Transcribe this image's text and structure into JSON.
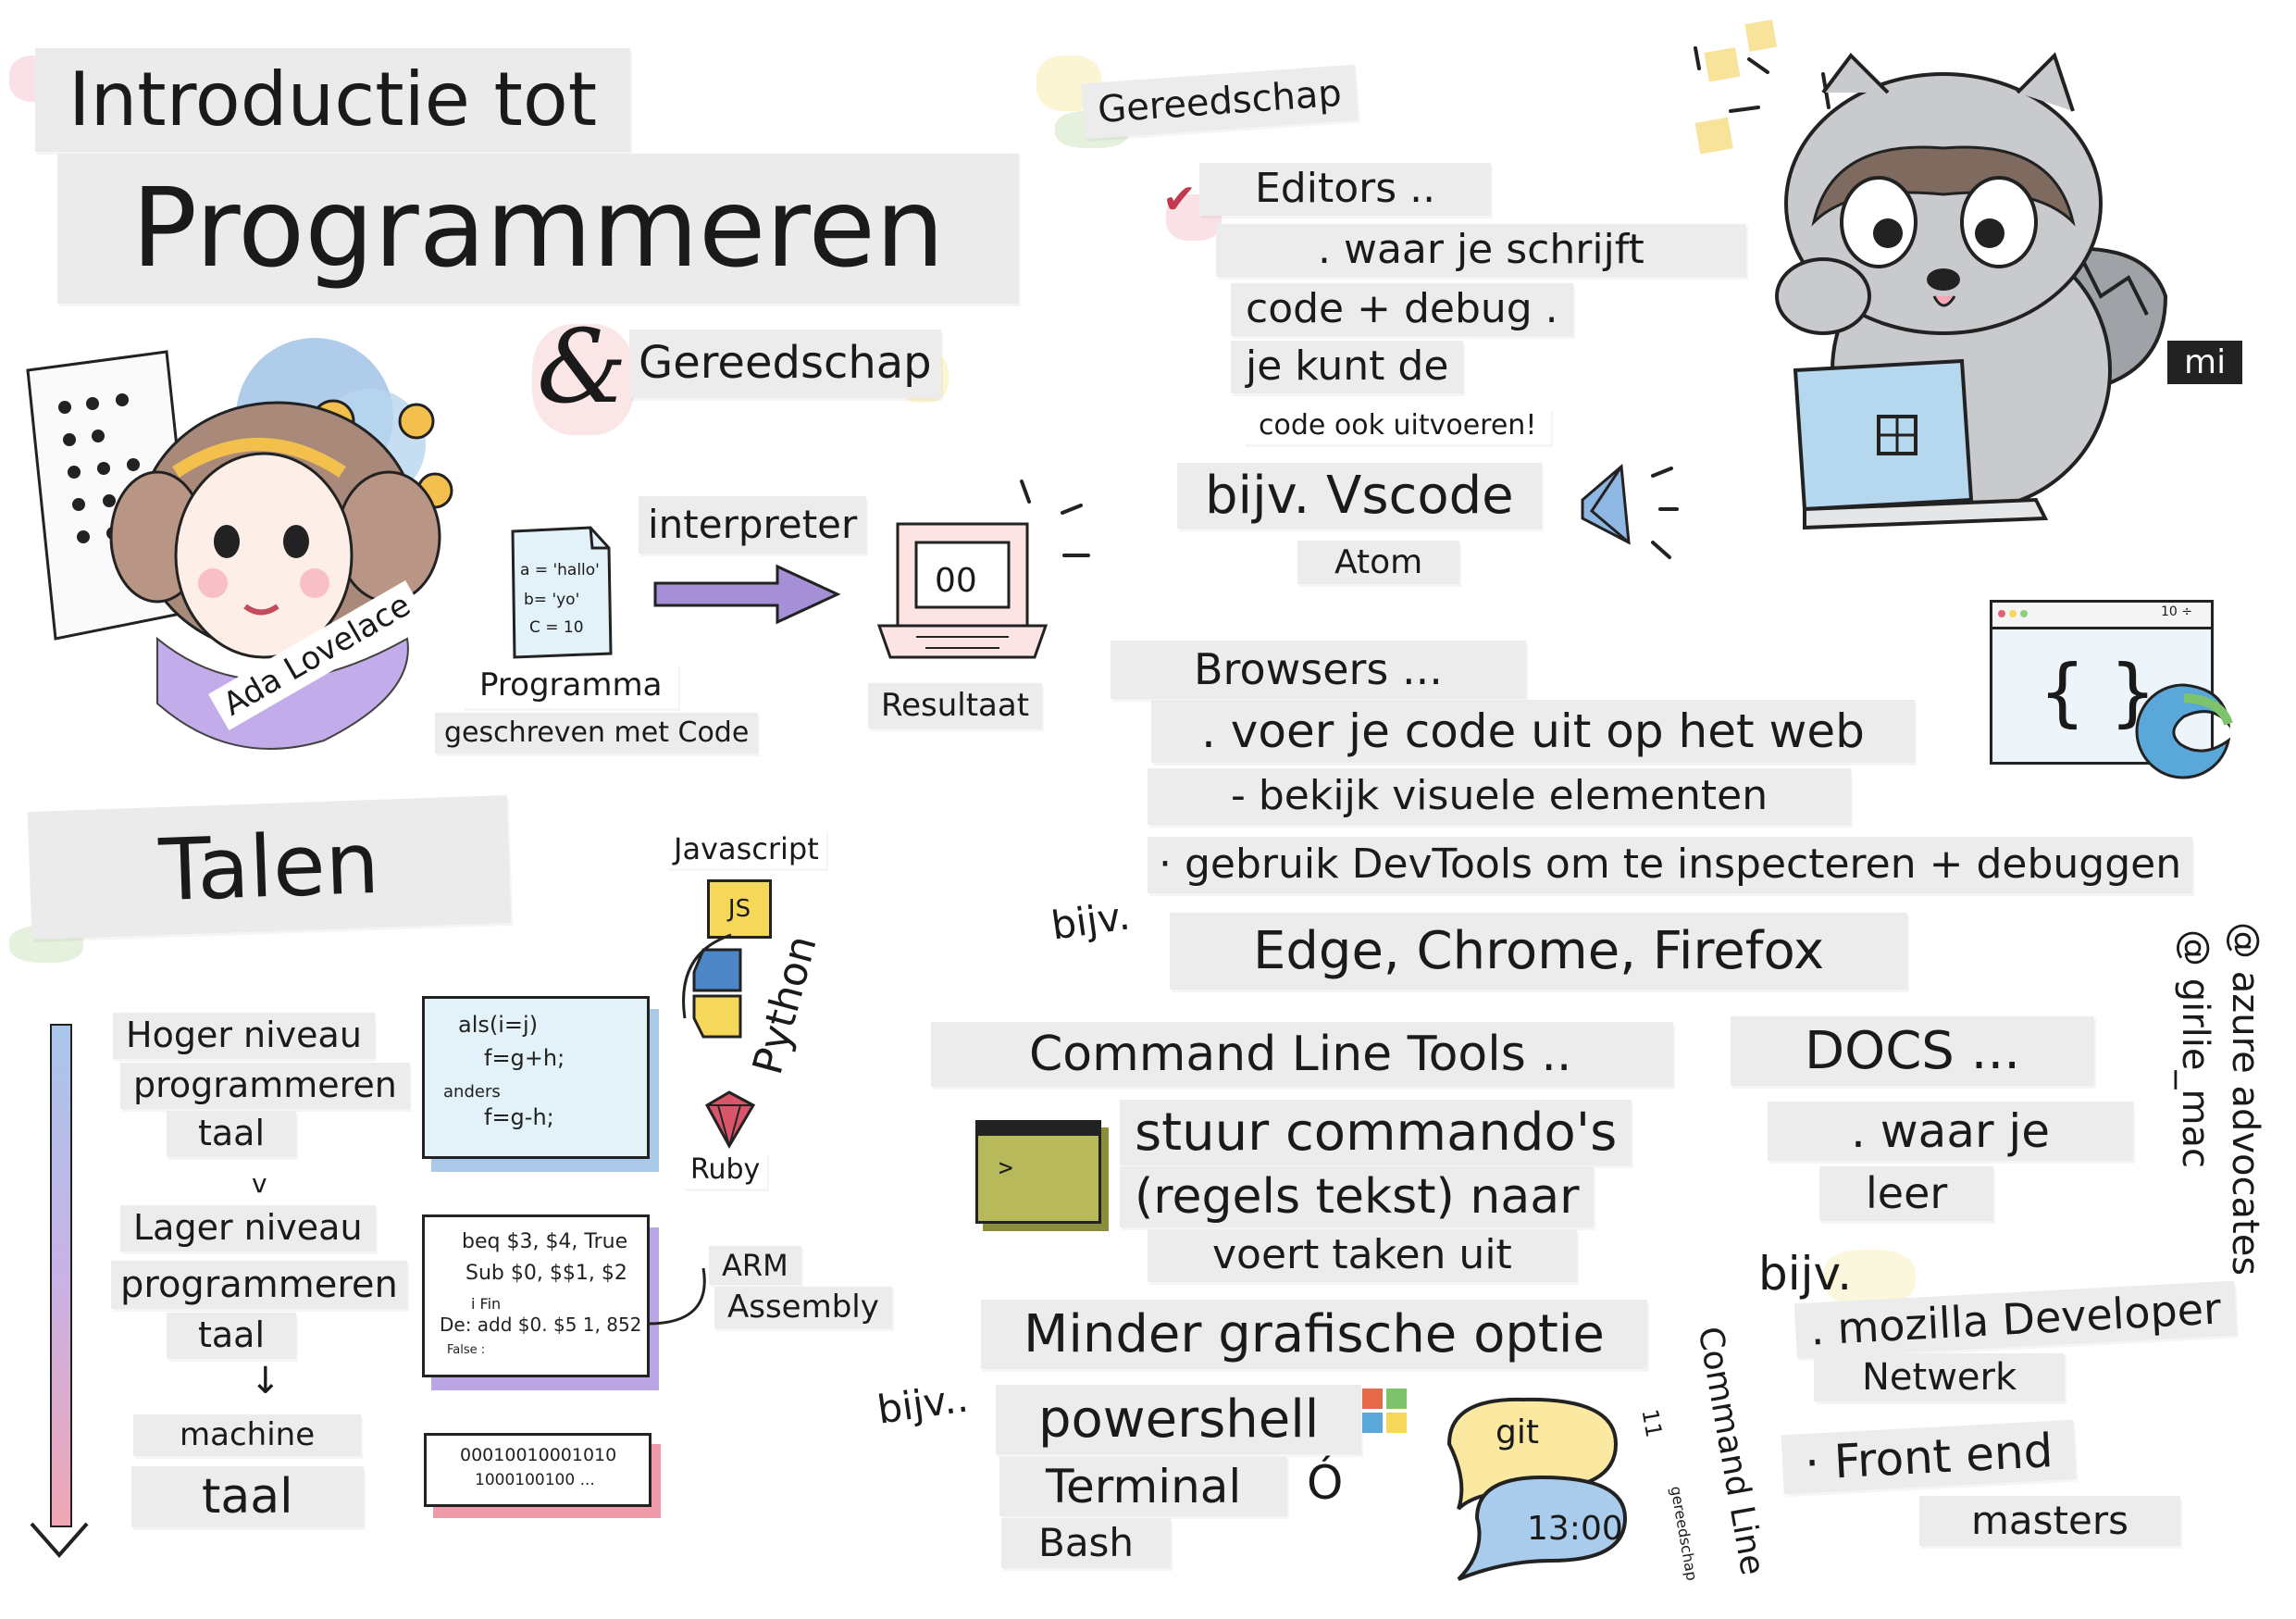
{
  "title": {
    "line1": "Introductie tot",
    "line2": "Programmeren",
    "tools": "Gereedschap"
  },
  "flow": {
    "program_code": [
      "a = 'hallo'",
      "b= 'yo'",
      "C = 10"
    ],
    "interpreter": "interpreter",
    "screen_value": "00",
    "program_label": "Programma",
    "program_sub": "geschreven met Code",
    "result_label": "Resultaat",
    "person": "Ada Lovelace"
  },
  "talen": {
    "heading": "Talen",
    "levels": [
      "Hoger niveau",
      "programmeren",
      "taal",
      "v",
      "Lager niveau",
      "programmeren",
      "taal",
      "machine",
      "taal"
    ],
    "high_code": [
      "als(i=j)",
      "f=g+h;",
      "anders",
      "f=g-h;"
    ],
    "asm_code": [
      "beq $3, $4, True",
      "Sub $0, $$1, $2",
      "i Fin",
      "De: add $0. $5 1, 852",
      "False :"
    ],
    "machine_code": [
      "00010010001010",
      "1000100100 ..."
    ],
    "lang_javascript": "Javascript",
    "lang_python": "Python",
    "lang_ruby": "Ruby",
    "lang_arm": "ARM",
    "lang_assembly": "Assembly",
    "js_badge": "JS"
  },
  "editors": {
    "section": "Gereedschap",
    "lines": [
      "Editors ..",
      ". waar je schrijft",
      "code + debug .",
      "je kunt de",
      "code ook uitvoeren!"
    ],
    "example": "bijv. Vscode",
    "example2": "Atom"
  },
  "raccoon_tag": "mi",
  "browsers": {
    "lines": [
      "Browsers ...",
      ". voer je code uit op het web",
      "- bekijk visuele elementen",
      "· gebruik DevTools om te inspecteren + debuggen"
    ],
    "bijv": "bijv.",
    "examples": "Edge, Chrome, Firefox",
    "window_counter": "10 ÷"
  },
  "cli": {
    "heading": "Command Line Tools ..",
    "lines": [
      "stuur commando's",
      "(regels tekst) naar",
      "voert taken uit"
    ],
    "minder": "Minder grafische optie",
    "bijv": "bijv..",
    "examples": [
      "powershell",
      "Terminal",
      "Bash"
    ],
    "apple_glyph": "Ó",
    "bubble_git": "git",
    "bubble_time": "13:00",
    "side_label": "Command Line",
    "side_num": "11",
    "side_small": "gereedschap",
    "prompt": ">"
  },
  "docs": {
    "heading": "DOCS ...",
    "lines": [
      ". waar je",
      "leer"
    ],
    "bijv": "bijv.",
    "examples": [
      ". mozilla Developer",
      "Netwerk",
      "· Front end",
      "masters"
    ]
  },
  "credits": {
    "line1": "@ azure advocates",
    "line2": "@ girlie_mac"
  },
  "colors": {
    "label_bg": "#ececec",
    "arrow_purple": "#a58fd6",
    "js_yellow": "#f5d85a",
    "python_blue": "#4d86c6",
    "ruby_red": "#d9556a",
    "terminal_green": "#b7b95a"
  }
}
